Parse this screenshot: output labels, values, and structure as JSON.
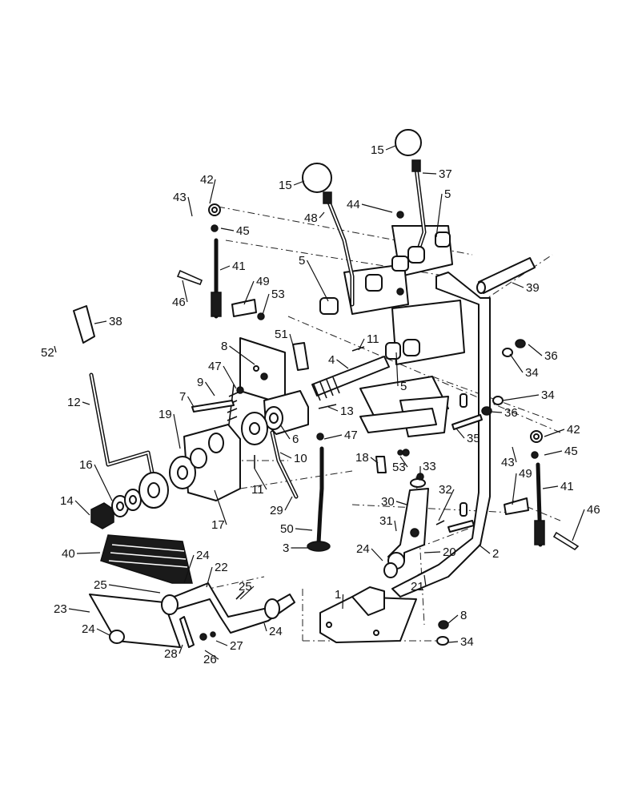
{
  "diagram": {
    "callouts": [
      {
        "id": "15a",
        "label": "15"
      },
      {
        "id": "15b",
        "label": "15"
      },
      {
        "id": "37",
        "label": "37"
      },
      {
        "id": "42a",
        "label": "42"
      },
      {
        "id": "43a",
        "label": "43"
      },
      {
        "id": "44",
        "label": "44"
      },
      {
        "id": "48",
        "label": "48"
      },
      {
        "id": "5a",
        "label": "5"
      },
      {
        "id": "45a",
        "label": "45"
      },
      {
        "id": "41a",
        "label": "41"
      },
      {
        "id": "5b",
        "label": "5"
      },
      {
        "id": "39",
        "label": "39"
      },
      {
        "id": "49a",
        "label": "49"
      },
      {
        "id": "46a",
        "label": "46"
      },
      {
        "id": "53a",
        "label": "53"
      },
      {
        "id": "38",
        "label": "38"
      },
      {
        "id": "52",
        "label": "52"
      },
      {
        "id": "51",
        "label": "51"
      },
      {
        "id": "11a",
        "label": "11"
      },
      {
        "id": "8a",
        "label": "8"
      },
      {
        "id": "4",
        "label": "4"
      },
      {
        "id": "36a",
        "label": "36"
      },
      {
        "id": "34a",
        "label": "34"
      },
      {
        "id": "47a",
        "label": "47"
      },
      {
        "id": "5c",
        "label": "5"
      },
      {
        "id": "9",
        "label": "9"
      },
      {
        "id": "12",
        "label": "12"
      },
      {
        "id": "7",
        "label": "7"
      },
      {
        "id": "13",
        "label": "13"
      },
      {
        "id": "34b",
        "label": "34"
      },
      {
        "id": "19",
        "label": "19"
      },
      {
        "id": "36b",
        "label": "36"
      },
      {
        "id": "6",
        "label": "6"
      },
      {
        "id": "47b",
        "label": "47"
      },
      {
        "id": "42b",
        "label": "42"
      },
      {
        "id": "35",
        "label": "35"
      },
      {
        "id": "10",
        "label": "10"
      },
      {
        "id": "18",
        "label": "18"
      },
      {
        "id": "53b",
        "label": "53"
      },
      {
        "id": "43b",
        "label": "43"
      },
      {
        "id": "45b",
        "label": "45"
      },
      {
        "id": "16",
        "label": "16"
      },
      {
        "id": "33",
        "label": "33"
      },
      {
        "id": "17",
        "label": "17"
      },
      {
        "id": "11b",
        "label": "11"
      },
      {
        "id": "14",
        "label": "14"
      },
      {
        "id": "29",
        "label": "29"
      },
      {
        "id": "32",
        "label": "32"
      },
      {
        "id": "49b",
        "label": "49"
      },
      {
        "id": "41b",
        "label": "41"
      },
      {
        "id": "30",
        "label": "30"
      },
      {
        "id": "46b",
        "label": "46"
      },
      {
        "id": "31",
        "label": "31"
      },
      {
        "id": "50",
        "label": "50"
      },
      {
        "id": "3",
        "label": "3"
      },
      {
        "id": "2",
        "label": "2"
      },
      {
        "id": "24a",
        "label": "24"
      },
      {
        "id": "20",
        "label": "20"
      },
      {
        "id": "40",
        "label": "40"
      },
      {
        "id": "24b",
        "label": "24"
      },
      {
        "id": "22",
        "label": "22"
      },
      {
        "id": "21",
        "label": "21"
      },
      {
        "id": "25a",
        "label": "25"
      },
      {
        "id": "1",
        "label": "1"
      },
      {
        "id": "25b",
        "label": "25"
      },
      {
        "id": "23",
        "label": "23"
      },
      {
        "id": "8b",
        "label": "8"
      },
      {
        "id": "24c",
        "label": "24"
      },
      {
        "id": "24d",
        "label": "24"
      },
      {
        "id": "34c",
        "label": "34"
      },
      {
        "id": "28",
        "label": "28"
      },
      {
        "id": "26",
        "label": "26"
      },
      {
        "id": "27",
        "label": "27"
      }
    ]
  }
}
